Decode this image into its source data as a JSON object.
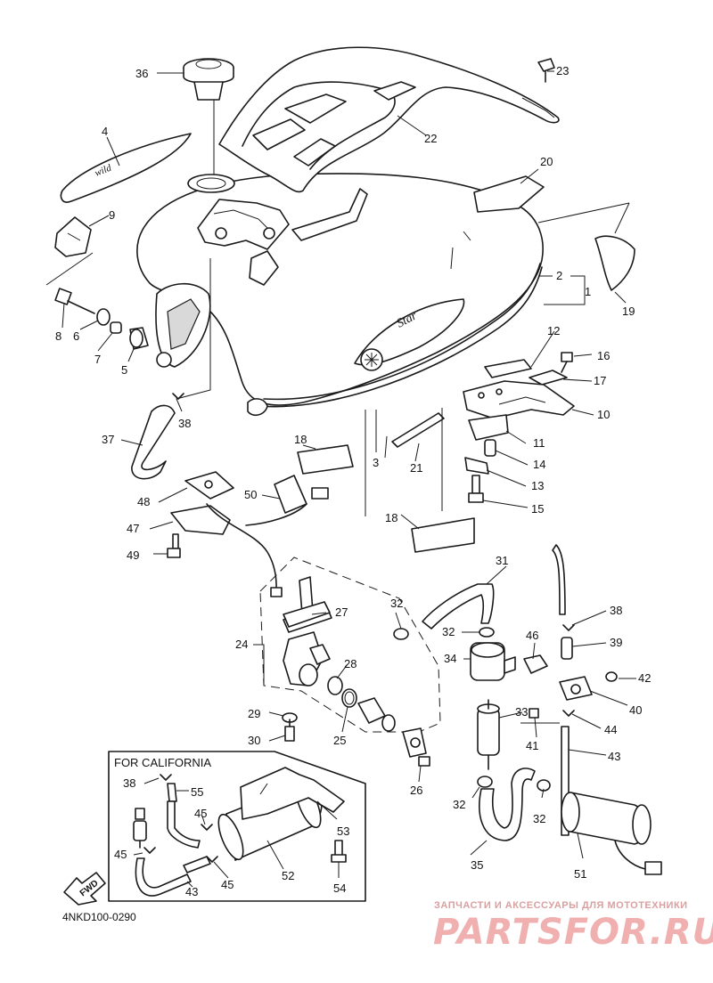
{
  "diagram": {
    "code": "4NKD100-0290",
    "california_box_title": "FOR CALIFORNIA",
    "fwd_arrow_label": "FWD",
    "tank_emblem_text": "Star"
  },
  "callouts": [
    "1",
    "2",
    "3",
    "4",
    "5",
    "6",
    "7",
    "8",
    "9",
    "10",
    "11",
    "12",
    "13",
    "14",
    "15",
    "16",
    "17",
    "18",
    "18",
    "19",
    "20",
    "21",
    "22",
    "23",
    "24",
    "25",
    "26",
    "27",
    "28",
    "29",
    "30",
    "31",
    "32",
    "32",
    "32",
    "32",
    "33",
    "34",
    "35",
    "36",
    "37",
    "38",
    "38",
    "38",
    "39",
    "40",
    "41",
    "42",
    "43",
    "43",
    "44",
    "45",
    "45",
    "45",
    "46",
    "47",
    "48",
    "49",
    "50",
    "51",
    "52",
    "53",
    "54",
    "55"
  ],
  "watermark": {
    "tagline": "ЗАПЧАСТИ И АКСЕССУАРЫ ДЛЯ МОТОТЕХНИКИ",
    "logo": "PARTSFOR.RU"
  }
}
